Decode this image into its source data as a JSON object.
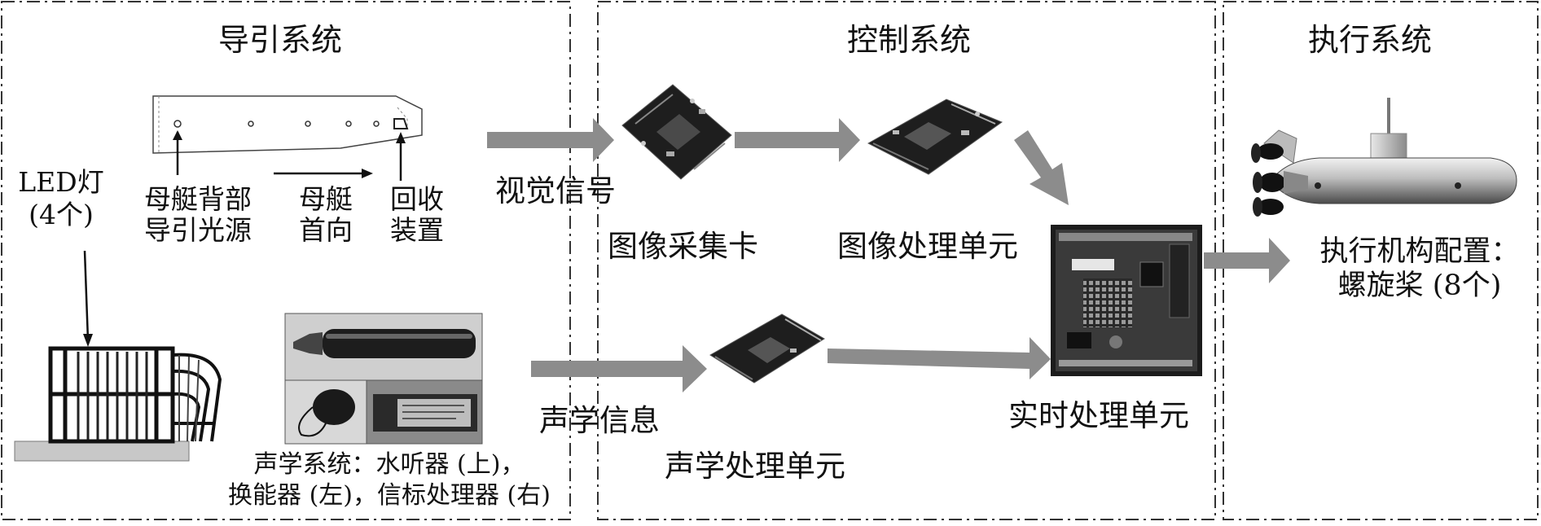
{
  "sections": {
    "guidance": "导引系统",
    "control": "控制系统",
    "execution": "执行系统"
  },
  "guidance": {
    "led_line1": "LED灯",
    "led_line2": "(4个)",
    "mother_back_line1": "母艇背部",
    "mother_back_line2": "导引光源",
    "mother_heading_line1": "母艇",
    "mother_heading_line2": "首向",
    "recovery_line1": "回收",
    "recovery_line2": "装置",
    "acoustic_caption_line1": "声学系统：水听器 (上)，",
    "acoustic_caption_line2": "换能器 (左)，信标处理器 (右)"
  },
  "control": {
    "visual_signal": "视觉信号",
    "acoustic_info": "声学信息",
    "image_capture_card": "图像采集卡",
    "image_processing_unit": "图像处理单元",
    "acoustic_processing_unit": "声学处理单元",
    "realtime_processing_unit": "实时处理单元"
  },
  "execution": {
    "actuator_line1": "执行机构配置：",
    "actuator_line2": "螺旋桨 (8个)"
  },
  "colors": {
    "arrow_fill": "#8c8c8c",
    "board_dark": "#1e1e1e",
    "photo_bg": "#2a2a2a",
    "border": "#333333"
  }
}
